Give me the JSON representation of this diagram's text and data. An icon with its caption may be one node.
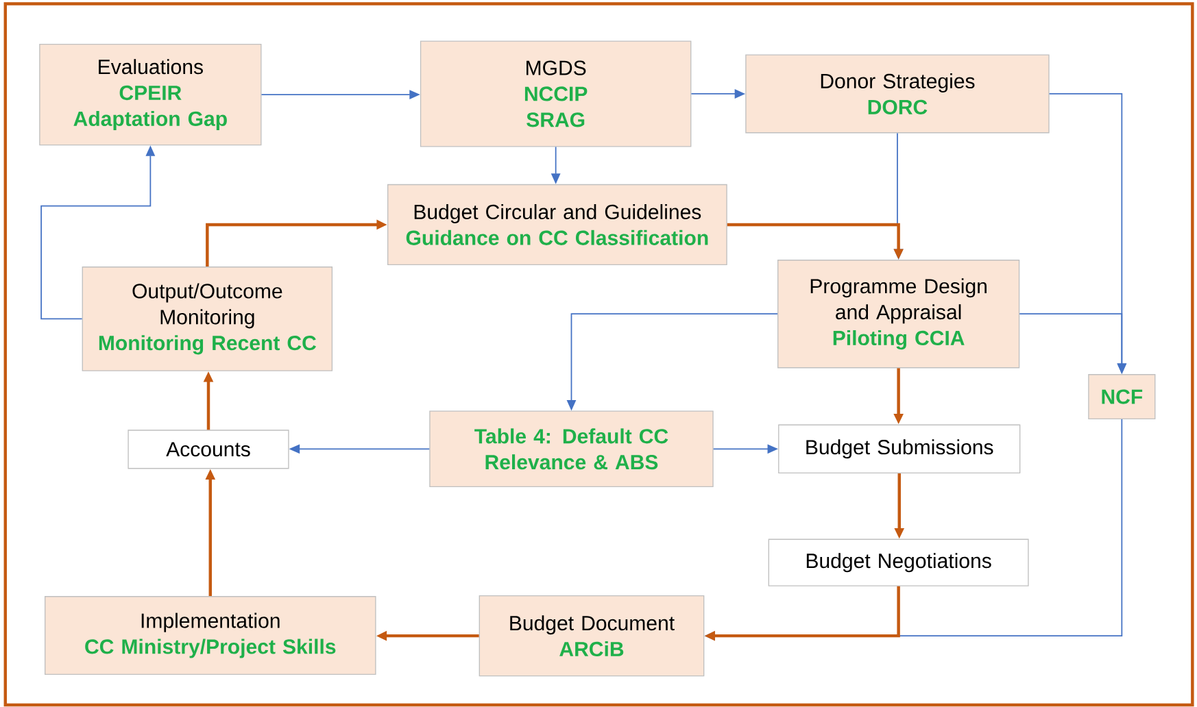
{
  "diagram": {
    "nodes": [
      {
        "text": [
          "Evaluations",
          "CPEIR",
          "Adaptation Gap"
        ]
      },
      {
        "text": [
          "MGDS",
          "NCCIP",
          "SRAG"
        ]
      },
      {
        "text": [
          "Donor Strategies",
          "DORC"
        ]
      },
      {
        "text": [
          "Budget Circular and Guidelines",
          "Guidance on CC Classification"
        ]
      },
      {
        "text": [
          "Output/Outcome Monitoring",
          "Monitoring Recent CC"
        ]
      },
      {
        "text": [
          "Programme Design and Appraisal",
          "Piloting CCIA"
        ]
      },
      {
        "text": [
          "NCF"
        ]
      },
      {
        "text": [
          "Accounts"
        ]
      },
      {
        "text": [
          "Table 4: Default CC Relevance & ABS"
        ]
      },
      {
        "text": [
          "Budget Submissions"
        ]
      },
      {
        "text": [
          "Budget Negotiations"
        ]
      },
      {
        "text": [
          "Implementation",
          "CC Ministry/Project Skills"
        ]
      },
      {
        "text": [
          "Budget Document",
          "ARCiB"
        ]
      }
    ],
    "edges": [
      {
        "from": 0,
        "to": 1,
        "arrow": "to"
      },
      {
        "from": 1,
        "to": 2,
        "arrow": "to"
      },
      {
        "from": 1,
        "to": 3,
        "arrow": "to"
      },
      {
        "from": 2,
        "to": 6,
        "arrow": "to"
      },
      {
        "from": 2,
        "to": 5,
        "arrow": "to"
      },
      {
        "from": 4,
        "to": 0,
        "arrow": "to"
      },
      {
        "from": 5,
        "to": 8,
        "arrow": "to"
      },
      {
        "from": 5,
        "to": 6,
        "arrow": "to"
      },
      {
        "from": 8,
        "to": 7,
        "arrow": "to"
      },
      {
        "from": 8,
        "to": 9,
        "arrow": "to"
      },
      {
        "from": 6,
        "to": 12,
        "arrow": "to"
      },
      {
        "from": 3,
        "to": 5,
        "arrow": "to",
        "style": "thick",
        "color": "#c55a11"
      },
      {
        "from": 4,
        "to": 3,
        "arrow": "to",
        "style": "thick",
        "color": "#c55a11"
      },
      {
        "from": 5,
        "to": 9,
        "arrow": "to",
        "style": "thick",
        "color": "#c55a11"
      },
      {
        "from": 9,
        "to": 10,
        "arrow": "to",
        "style": "thick",
        "color": "#c55a11"
      },
      {
        "from": 10,
        "to": 12,
        "arrow": "to",
        "style": "thick",
        "color": "#c55a11"
      },
      {
        "from": 12,
        "to": 11,
        "arrow": "to",
        "style": "thick",
        "color": "#c55a11"
      },
      {
        "from": 11,
        "to": 7,
        "arrow": "to",
        "style": "thick",
        "color": "#c55a11"
      },
      {
        "from": 7,
        "to": 4,
        "arrow": "to",
        "style": "thick",
        "color": "#c55a11"
      }
    ]
  }
}
